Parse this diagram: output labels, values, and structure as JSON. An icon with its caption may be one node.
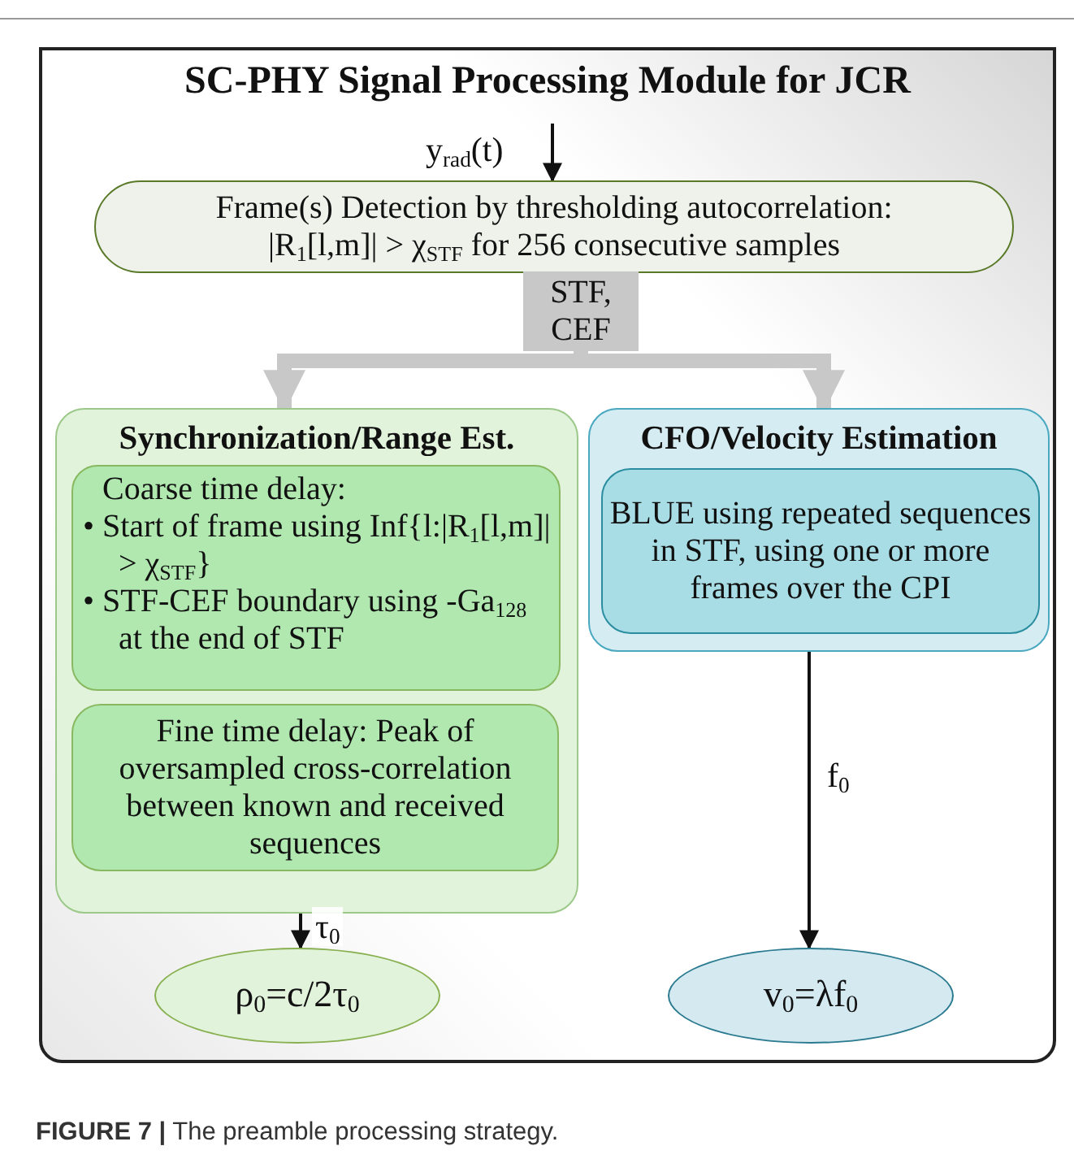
{
  "diagram": {
    "title": "SC-PHY Signal Processing Module for JCR",
    "caption": "**FIGURE 7 |** The preamble processing strategy.",
    "nodes": [
      {
        "text": [],
        "shape": "box"
      },
      {
        "text": [
          "Frame(s) Detection by thresholding autocorrelation: |R$_{1}$[l,m]| > χ$_{STF}$ for 256 consecutive samples"
        ],
        "in": 0
      },
      {
        "text": [
          "STF, CEF"
        ],
        "in": 0
      },
      {
        "text": [
          "Synchronization/Range Est."
        ],
        "in": 0
      },
      {
        "text": [
          "Coarse time delay:",
          "• Start of frame using Inf{l:|R$_{1}$[l,m]| > χ$_{STF}$}",
          "• STF-CEF boundary using -Ga$_{128}$ at the end of STF"
        ],
        "in": 3
      },
      {
        "text": [
          "Fine time delay: Peak of oversampled cross-correlation between known and received sequences"
        ],
        "in": 3
      },
      {
        "text": [
          "CFO/Velocity Estimation"
        ],
        "in": 0
      },
      {
        "text": [
          "BLUE using repeated sequences in STF, using one or more frames over the CPI"
        ],
        "in": 6
      },
      {
        "text": [
          "ρ$_{0}$=c/2τ$_{0}$"
        ],
        "in": 0
      },
      {
        "text": [
          "v$_{0}$=λf$_{0}$"
        ],
        "in": 0
      }
    ],
    "edges": [
      {
        "from": null,
        "to": 1,
        "arrow": "to",
        "label": "y$_{rad}$(t)"
      },
      {
        "from": 2,
        "to": 3,
        "arrow": "to",
        "style": "thick",
        "color": "#c8c8c8"
      },
      {
        "from": 2,
        "to": 6,
        "arrow": "to",
        "style": "thick",
        "color": "#c8c8c8"
      },
      {
        "from": 3,
        "to": 8,
        "arrow": "to",
        "label": "τ$_{0}$"
      },
      {
        "from": 6,
        "to": 9,
        "arrow": "to",
        "label": "f$_{0}$"
      }
    ]
  }
}
